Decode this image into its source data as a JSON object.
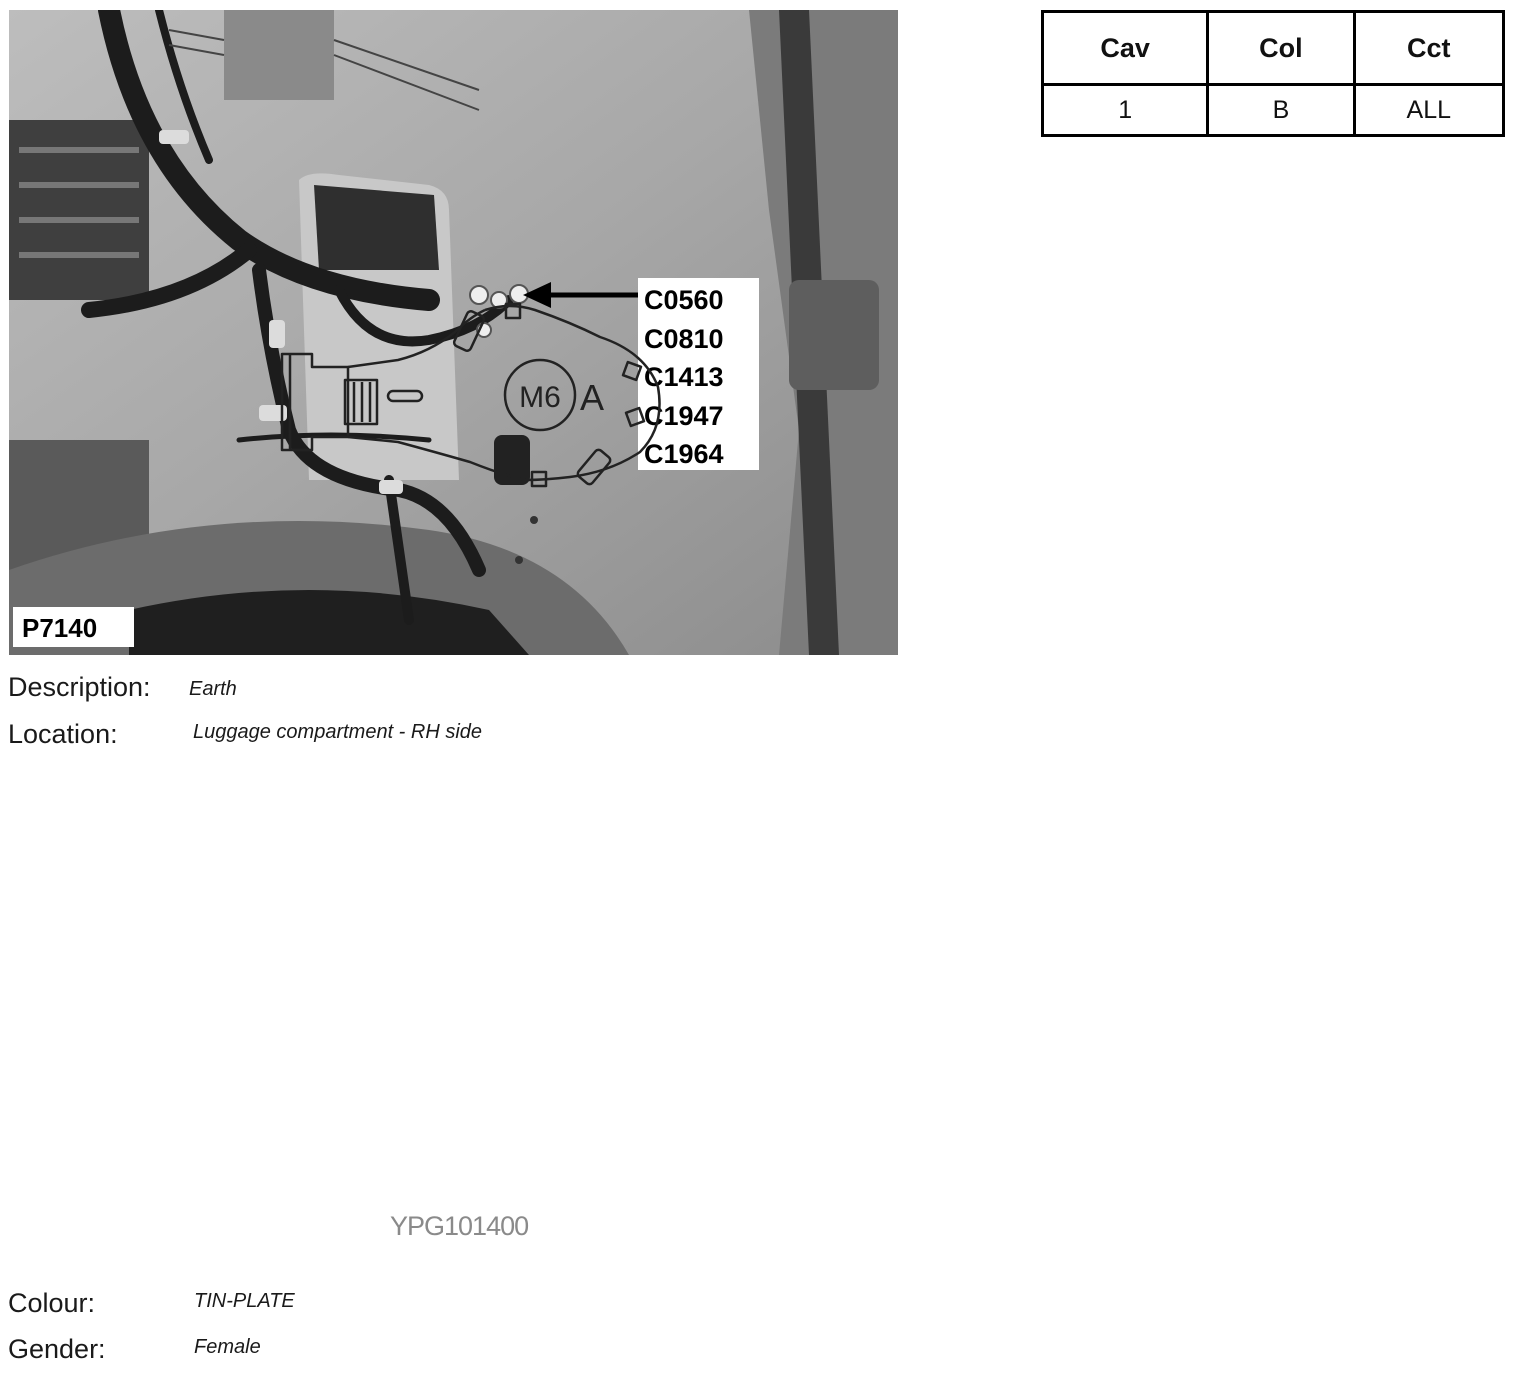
{
  "photo": {
    "callout_codes": [
      "C0560",
      "C0810",
      "C1413",
      "C1947",
      "C1964"
    ],
    "photo_id": "P7140"
  },
  "pin_table": {
    "headers": [
      "Cav",
      "Col",
      "Cct"
    ],
    "rows": [
      [
        "1",
        "B",
        "ALL"
      ]
    ]
  },
  "details": {
    "description_label": "Description:",
    "description_value": "Earth",
    "location_label": "Location:",
    "location_value": "Luggage compartment - RH side",
    "colour_label": "Colour:",
    "colour_value": "TIN-PLATE",
    "gender_label": "Gender:",
    "gender_value": "Female"
  },
  "drawing": {
    "stud_size": "M6",
    "marking": "A",
    "part_number": "YPG101400"
  }
}
